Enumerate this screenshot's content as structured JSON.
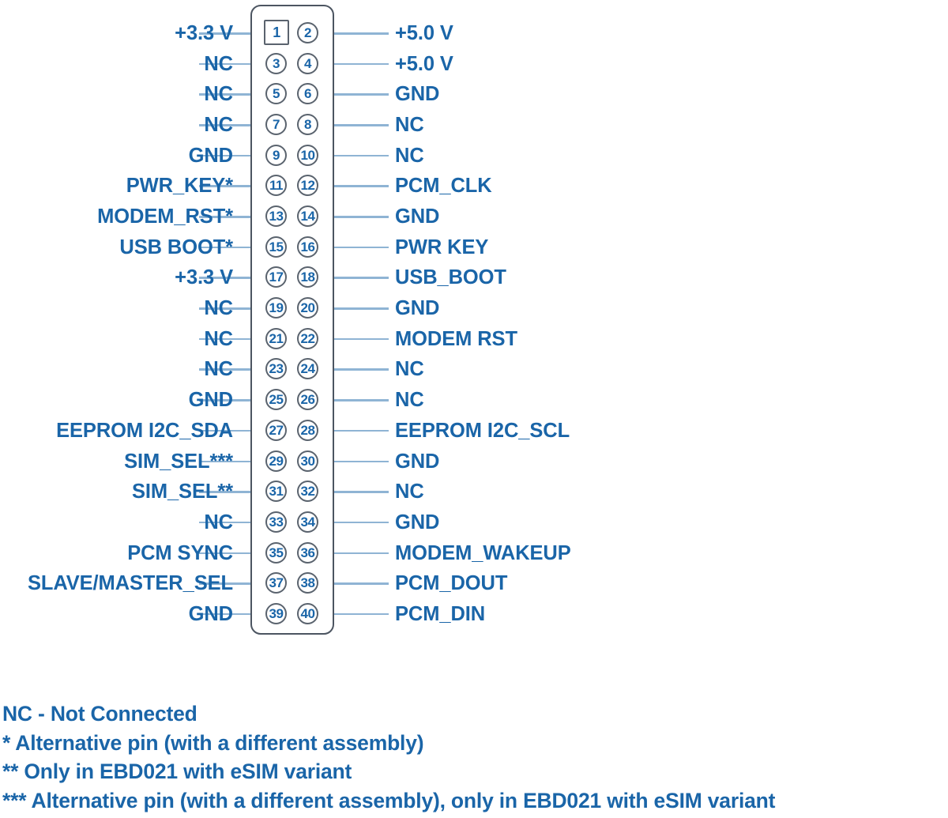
{
  "diagram": {
    "title": "40-pin connector pinout",
    "colors": {
      "label_blue": "#1a65a8",
      "leader_line_blue": "#8fb4d4",
      "outline_gray": "#4c5561",
      "pin_stroke_gray": "#5a636e",
      "background": "#ffffff"
    },
    "pin_count": 40,
    "pin_one_marker": "square"
  },
  "pins": [
    {
      "row": 1,
      "odd": "1",
      "even": "2",
      "left": "+3.3 V",
      "right": "+5.0 V"
    },
    {
      "row": 2,
      "odd": "3",
      "even": "4",
      "left": "NC",
      "right": "+5.0 V"
    },
    {
      "row": 3,
      "odd": "5",
      "even": "6",
      "left": "NC",
      "right": "GND"
    },
    {
      "row": 4,
      "odd": "7",
      "even": "8",
      "left": "NC",
      "right": "NC"
    },
    {
      "row": 5,
      "odd": "9",
      "even": "10",
      "left": "GND",
      "right": "NC"
    },
    {
      "row": 6,
      "odd": "11",
      "even": "12",
      "left": "PWR_KEY*",
      "right": "PCM_CLK"
    },
    {
      "row": 7,
      "odd": "13",
      "even": "14",
      "left": "MODEM_RST*",
      "right": "GND"
    },
    {
      "row": 8,
      "odd": "15",
      "even": "16",
      "left": "USB BOOT*",
      "right": "PWR KEY"
    },
    {
      "row": 9,
      "odd": "17",
      "even": "18",
      "left": "+3.3 V",
      "right": "USB_BOOT"
    },
    {
      "row": 10,
      "odd": "19",
      "even": "20",
      "left": "NC",
      "right": "GND"
    },
    {
      "row": 11,
      "odd": "21",
      "even": "22",
      "left": "NC",
      "right": "MODEM RST"
    },
    {
      "row": 12,
      "odd": "23",
      "even": "24",
      "left": "NC",
      "right": "NC"
    },
    {
      "row": 13,
      "odd": "25",
      "even": "26",
      "left": "GND",
      "right": "NC"
    },
    {
      "row": 14,
      "odd": "27",
      "even": "28",
      "left": "EEPROM I2C_SDA",
      "right": "EEPROM I2C_SCL"
    },
    {
      "row": 15,
      "odd": "29",
      "even": "30",
      "left": "SIM_SEL***",
      "right": "GND"
    },
    {
      "row": 16,
      "odd": "31",
      "even": "32",
      "left": "SIM_SEL**",
      "right": "NC"
    },
    {
      "row": 17,
      "odd": "33",
      "even": "34",
      "left": "NC",
      "right": "GND"
    },
    {
      "row": 18,
      "odd": "35",
      "even": "36",
      "left": "PCM SYNC",
      "right": "MODEM_WAKEUP"
    },
    {
      "row": 19,
      "odd": "37",
      "even": "38",
      "left": "SLAVE/MASTER_SEL",
      "right": "PCM_DOUT"
    },
    {
      "row": 20,
      "odd": "39",
      "even": "40",
      "left": "GND",
      "right": "PCM_DIN"
    }
  ],
  "legend": {
    "lines": [
      "NC - Not Connected",
      "* Alternative pin (with a different assembly)",
      "** Only in EBD021 with eSIM variant",
      "*** Alternative pin (with a different assembly), only in EBD021 with eSIM variant"
    ]
  }
}
